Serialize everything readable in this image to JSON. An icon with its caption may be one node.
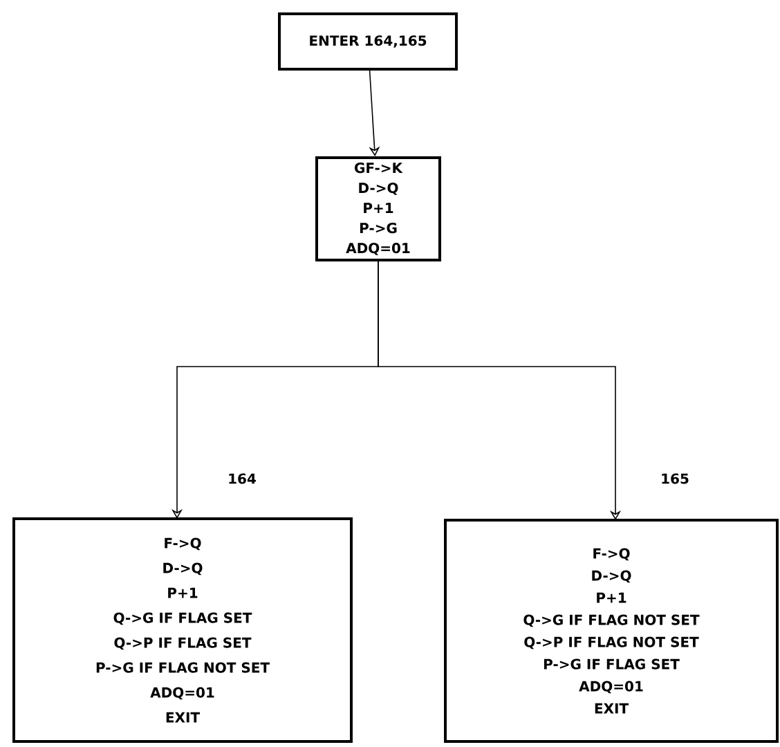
{
  "diagram": {
    "nodes": [
      {
        "text": [
          "ENTER 164,165"
        ]
      },
      {
        "text": [
          "GF->K",
          "D->Q",
          "P+1",
          "P->G",
          "ADQ=01"
        ]
      },
      {
        "text": [
          "F->Q",
          "D->Q",
          "P+1",
          "Q->G IF FLAG SET",
          "Q->P IF FLAG SET",
          "P->G IF FLAG NOT SET",
          "ADQ=01",
          "EXIT"
        ]
      },
      {
        "text": [
          "F->Q",
          "D->Q",
          "P+1",
          "Q->G IF FLAG NOT SET",
          "Q->P IF FLAG NOT SET",
          "P->G IF FLAG SET",
          "ADQ=01",
          "EXIT"
        ]
      }
    ],
    "edges": [
      {
        "from": 0,
        "to": 1,
        "arrow": "to"
      },
      {
        "from": 1,
        "to": 2,
        "arrow": "to",
        "label": "164"
      },
      {
        "from": 1,
        "to": 3,
        "arrow": "to",
        "label": "165"
      }
    ]
  }
}
